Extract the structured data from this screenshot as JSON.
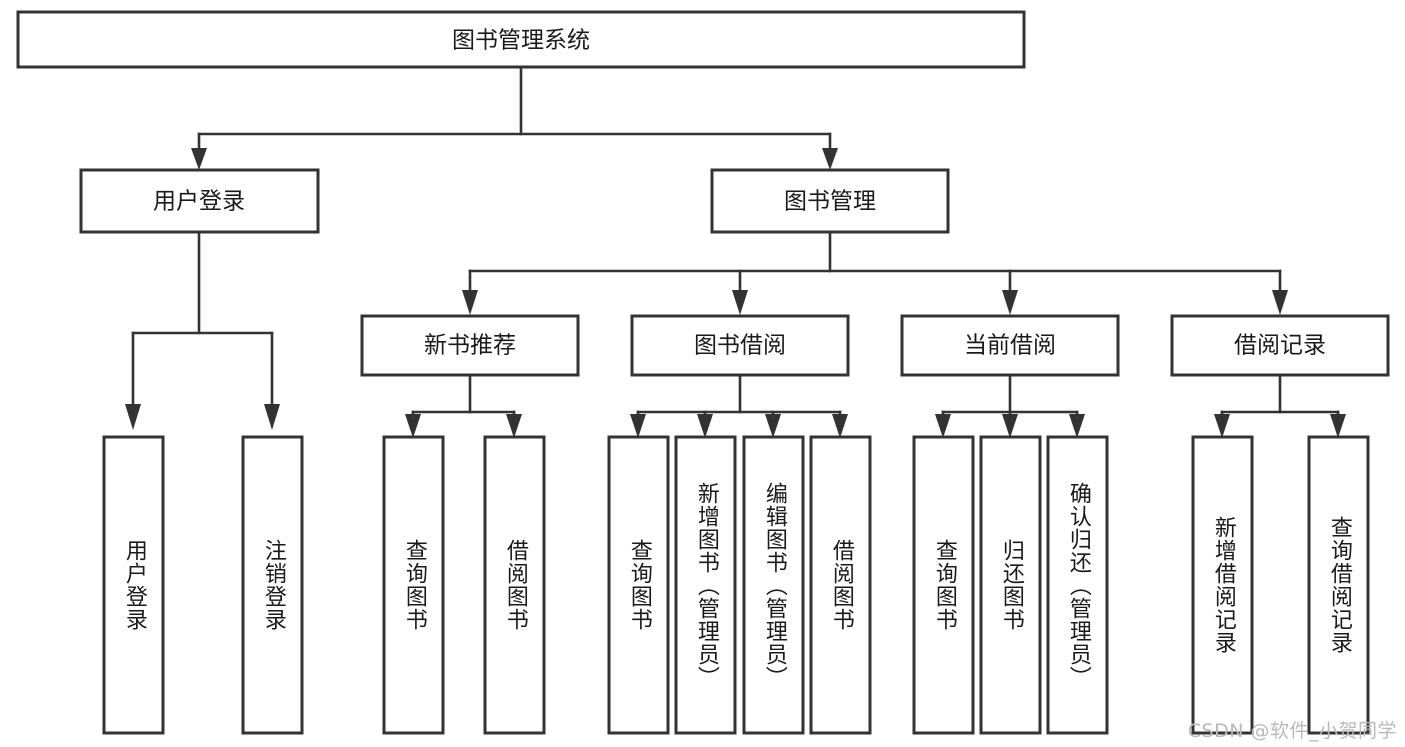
{
  "diagram": {
    "title": "图书管理系统",
    "type": "tree",
    "root": {
      "id": "root",
      "label": "图书管理系统",
      "orientation": "horizontal"
    },
    "level2": [
      {
        "id": "user-login",
        "label": "用户登录",
        "orientation": "horizontal"
      },
      {
        "id": "book-manage",
        "label": "图书管理",
        "orientation": "horizontal"
      }
    ],
    "level3": [
      {
        "id": "new-book-recommend",
        "label": "新书推荐",
        "parent": "book-manage",
        "orientation": "horizontal"
      },
      {
        "id": "book-borrow",
        "label": "图书借阅",
        "parent": "book-manage",
        "orientation": "horizontal"
      },
      {
        "id": "current-borrow",
        "label": "当前借阅",
        "parent": "book-manage",
        "orientation": "horizontal"
      },
      {
        "id": "borrow-record",
        "label": "借阅记录",
        "parent": "book-manage",
        "orientation": "horizontal"
      }
    ],
    "leaves": [
      {
        "id": "leaf-user-login",
        "label": "用户登录",
        "parent": "user-login",
        "orientation": "vertical"
      },
      {
        "id": "leaf-user-logout",
        "label": "注销登录",
        "parent": "user-login",
        "orientation": "vertical"
      },
      {
        "id": "leaf-query-book-1",
        "label": "查询图书",
        "parent": "new-book-recommend",
        "orientation": "vertical"
      },
      {
        "id": "leaf-borrow-book-1",
        "label": "借阅图书",
        "parent": "new-book-recommend",
        "orientation": "vertical"
      },
      {
        "id": "leaf-query-book-2",
        "label": "查询图书",
        "parent": "book-borrow",
        "orientation": "vertical"
      },
      {
        "id": "leaf-add-book",
        "label": "新增图书（管理员）",
        "parent": "book-borrow",
        "orientation": "vertical"
      },
      {
        "id": "leaf-edit-book",
        "label": "编辑图书（管理员）",
        "parent": "book-borrow",
        "orientation": "vertical"
      },
      {
        "id": "leaf-borrow-book-2",
        "label": "借阅图书",
        "parent": "book-borrow",
        "orientation": "vertical"
      },
      {
        "id": "leaf-query-book-3",
        "label": "查询图书",
        "parent": "current-borrow",
        "orientation": "vertical"
      },
      {
        "id": "leaf-return-book",
        "label": "归还图书",
        "parent": "current-borrow",
        "orientation": "vertical"
      },
      {
        "id": "leaf-confirm-return",
        "label": "确认归还（管理员）",
        "parent": "current-borrow",
        "orientation": "vertical"
      },
      {
        "id": "leaf-add-record",
        "label": "新增借阅记录",
        "parent": "borrow-record",
        "orientation": "vertical"
      },
      {
        "id": "leaf-query-record",
        "label": "查询借阅记录",
        "parent": "borrow-record",
        "orientation": "vertical"
      }
    ],
    "colors": {
      "box_stroke": "#333333",
      "box_fill": "#ffffff",
      "text": "#1a1a1a",
      "canvas": "#ffffff",
      "watermark": "#b9b9b9"
    }
  },
  "watermark": {
    "text": "CSDN @软件_小贺同学"
  }
}
